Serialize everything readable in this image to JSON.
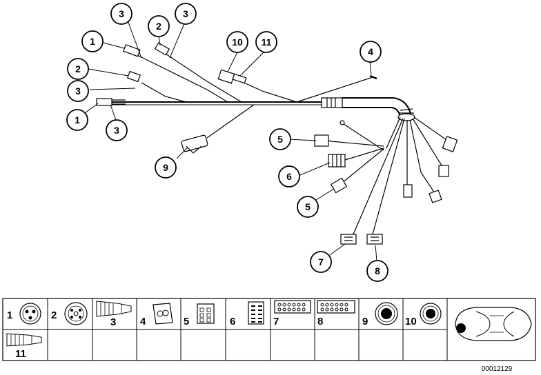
{
  "callouts": [
    {
      "id": "c1a",
      "label": "1"
    },
    {
      "id": "c1b",
      "label": "1"
    },
    {
      "id": "c2a",
      "label": "2"
    },
    {
      "id": "c2b",
      "label": "2"
    },
    {
      "id": "c3a",
      "label": "3"
    },
    {
      "id": "c3b",
      "label": "3"
    },
    {
      "id": "c3c",
      "label": "3"
    },
    {
      "id": "c3d",
      "label": "3"
    },
    {
      "id": "c4",
      "label": "4"
    },
    {
      "id": "c5a",
      "label": "5"
    },
    {
      "id": "c5b",
      "label": "5"
    },
    {
      "id": "c6",
      "label": "6"
    },
    {
      "id": "c7",
      "label": "7"
    },
    {
      "id": "c8",
      "label": "8"
    },
    {
      "id": "c9",
      "label": "9"
    },
    {
      "id": "c10",
      "label": "10"
    },
    {
      "id": "c11",
      "label": "11"
    }
  ],
  "legend": {
    "cells": [
      {
        "number": "1",
        "icon": "round-3-pin-connector-icon"
      },
      {
        "number": "2",
        "icon": "round-5-pin-connector-icon"
      },
      {
        "number": "3",
        "icon": "protective-sleeve-icon"
      },
      {
        "number": "4",
        "icon": "2-pin-housing-icon"
      },
      {
        "number": "5",
        "icon": "6-pin-housing-icon"
      },
      {
        "number": "6",
        "icon": "10-pin-housing-icon"
      },
      {
        "number": "7",
        "icon": "multi-pin-strip-icon"
      },
      {
        "number": "8",
        "icon": "multi-pin-strip-icon"
      },
      {
        "number": "9",
        "icon": "round-multipin-connector-icon"
      },
      {
        "number": "10",
        "icon": "round-multipin-connector-icon"
      },
      {
        "number": "",
        "icon": "car-top-view-icon"
      },
      {
        "number": "11",
        "icon": "protective-sleeve-icon"
      }
    ]
  },
  "reference_number": "00012129"
}
